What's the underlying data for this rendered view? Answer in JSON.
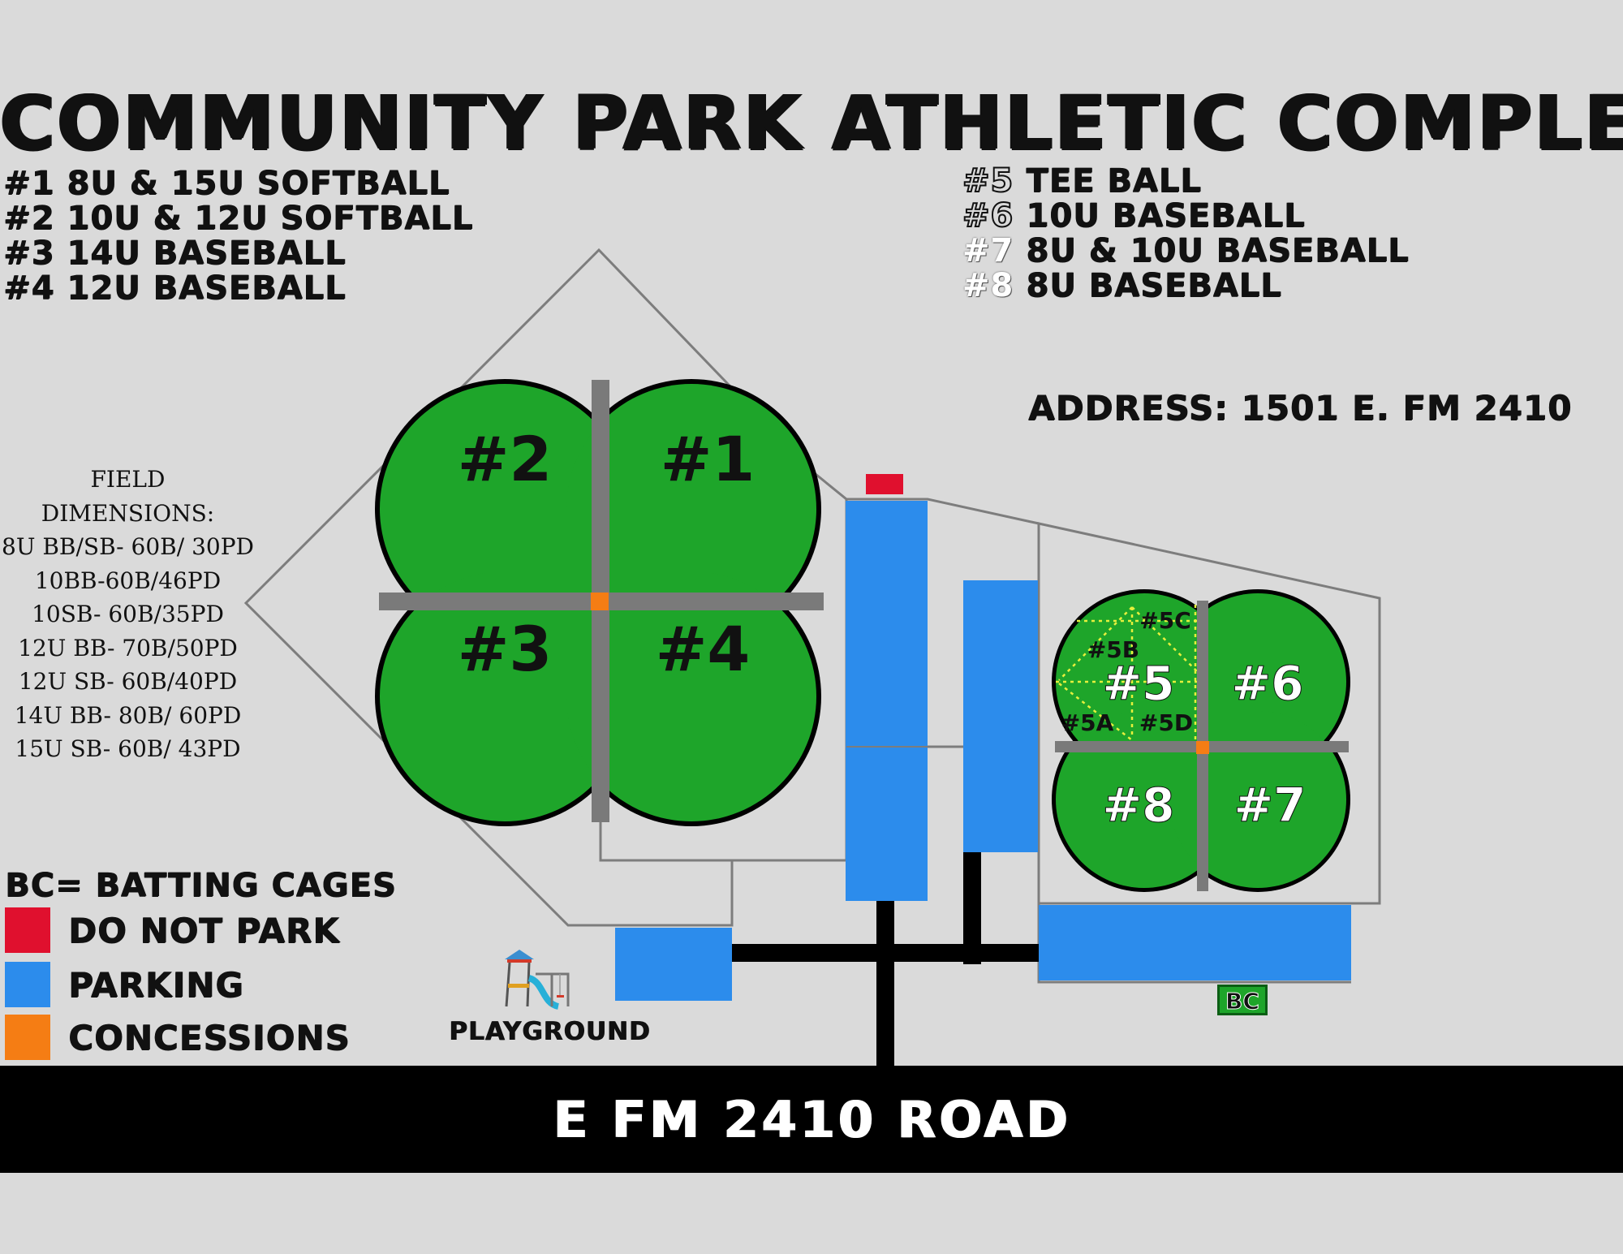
{
  "title": "COMMUNITY PARK ATHLETIC COMPLEX",
  "fields_left": [
    {
      "num": "#1",
      "desc": "8U & 15U SOFTBALL"
    },
    {
      "num": "#2",
      "desc": "10U & 12U SOFTBALL"
    },
    {
      "num": "#3",
      "desc": "14U BASEBALL"
    },
    {
      "num": "#4",
      "desc": "12U BASEBALL"
    }
  ],
  "fields_right": [
    {
      "num": "#5",
      "desc": "TEE BALL"
    },
    {
      "num": "#6",
      "desc": "10U BASEBALL"
    },
    {
      "num": "#7",
      "desc": "8U & 10U BASEBALL"
    },
    {
      "num": "#8",
      "desc": "8U BASEBALL"
    }
  ],
  "address": "ADDRESS: 1501 E. FM 2410",
  "dimensions": {
    "heading1": "FIELD",
    "heading2": "DIMENSIONS:",
    "lines": [
      "8U BB/SB- 60B/ 30PD",
      "10BB-60B/46PD",
      "10SB- 60B/35PD",
      "12U BB- 70B/50PD",
      "12U SB- 60B/40PD",
      "14U BB- 80B/ 60PD",
      "15U SB- 60B/ 43PD"
    ]
  },
  "legend": {
    "title": "BC= BATTING CAGES",
    "items": [
      {
        "label": "DO NOT PARK",
        "color": "#e0102e"
      },
      {
        "label": "PARKING",
        "color": "#2c8cec"
      },
      {
        "label": "CONCESSIONS",
        "color": "#f57d14"
      }
    ]
  },
  "map_labels": {
    "field1": "#1",
    "field2": "#2",
    "field3": "#3",
    "field4": "#4",
    "field5": "#5",
    "field6": "#6",
    "field7": "#7",
    "field8": "#8",
    "sub5a": "#5A",
    "sub5b": "#5B",
    "sub5c": "#5C",
    "sub5d": "#5D",
    "batting_cages": "BC"
  },
  "playground": "PLAYGROUND",
  "road": "E FM 2410 ROAD",
  "colors": {
    "background": "#dadada",
    "field_green": "#1ea52a",
    "path_gray": "#7a7a7a",
    "outline_gray": "#7d7d7d",
    "parking_blue": "#2c8cec",
    "no_park_red": "#e0102e",
    "concession_orange": "#f57d14",
    "road_black": "#000000"
  }
}
